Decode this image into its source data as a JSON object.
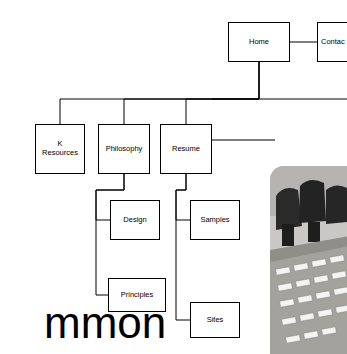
{
  "diagram": {
    "nodes": [
      {
        "text": [
          "Home"
        ]
      },
      {
        "text": [
          "Contac"
        ]
      },
      {
        "text": [
          "K Resources"
        ]
      },
      {
        "text": [
          "Philosophy"
        ]
      },
      {
        "text": [
          "Resume"
        ]
      },
      {
        "text": [
          "Design"
        ]
      },
      {
        "text": [
          "Principles"
        ]
      },
      {
        "text": [
          "Samples"
        ]
      },
      {
        "text": [
          "Sites"
        ]
      }
    ],
    "edges": [
      {
        "from": 0,
        "to": 1,
        "arrow": "none"
      },
      {
        "from": 0,
        "to": 2,
        "arrow": "none"
      },
      {
        "from": 0,
        "to": 3,
        "arrow": "none"
      },
      {
        "from": 0,
        "to": 4,
        "arrow": "none"
      },
      {
        "from": 3,
        "to": 5,
        "arrow": "none"
      },
      {
        "from": 3,
        "to": 6,
        "arrow": "none"
      },
      {
        "from": 4,
        "to": 7,
        "arrow": "none"
      },
      {
        "from": 4,
        "to": 8,
        "arrow": "none"
      }
    ],
    "labels": [
      "mmon"
    ]
  }
}
